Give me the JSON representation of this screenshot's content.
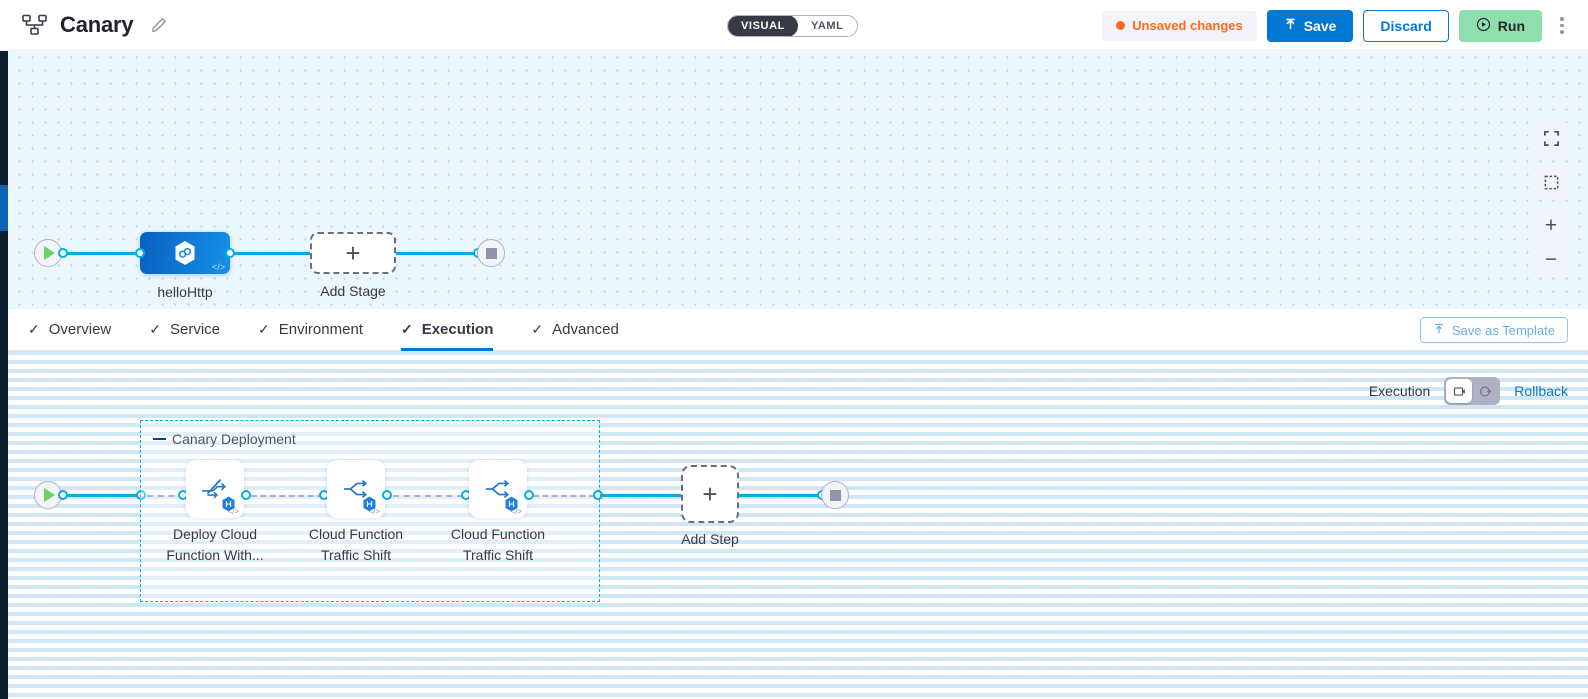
{
  "header": {
    "pipeline_icon": "pipeline-nodes-icon",
    "title": "Canary",
    "edit_icon": "pencil-icon",
    "mode_toggle": {
      "visual": "VISUAL",
      "yaml": "YAML",
      "selected": "VISUAL"
    },
    "unsaved_label": "Unsaved changes",
    "save_label": "Save",
    "discard_label": "Discard",
    "run_label": "Run",
    "more_menu": "kebab-menu-icon",
    "accent_blue": "#0278d5",
    "run_green": "#8fdeae",
    "unsaved_orange": "#ff691e"
  },
  "stage_canvas": {
    "start_node": "start-play-icon",
    "end_node": "end-stop-icon",
    "stage": {
      "label": "helloHttp",
      "icon": "harness-hex-icon",
      "code_mark": "</>"
    },
    "add_stage": {
      "label": "Add Stage",
      "plus": "+"
    },
    "controls": {
      "fullscreen": "fullscreen-icon",
      "fit": "fit-to-screen-icon",
      "zoom_in": "+",
      "zoom_out": "−"
    }
  },
  "tabs": {
    "check": "✓",
    "items": [
      {
        "label": "Overview",
        "active": false
      },
      {
        "label": "Service",
        "active": false
      },
      {
        "label": "Environment",
        "active": false
      },
      {
        "label": "Execution",
        "active": true
      },
      {
        "label": "Advanced",
        "active": false
      }
    ],
    "save_as_template": "Save as Template",
    "save_template_icon": "template-upload-icon"
  },
  "execution": {
    "toolbar": {
      "label": "Execution",
      "toggle": {
        "execution_icon": "execution-view-icon",
        "rollback_icon": "rollback-view-icon",
        "selected": "execution-view-icon"
      },
      "rollback_link": "Rollback"
    },
    "start_node": "start-play-icon",
    "end_node": "end-stop-icon",
    "group": {
      "title": "Canary Deployment",
      "collapse_icon": "collapse-dash-icon"
    },
    "steps": [
      {
        "label_line1": "Deploy Cloud",
        "label_line2": "Function With...",
        "icon": "deploy-cloud-function-icon",
        "badge": "harness-hex-badge",
        "code_mark": "</>"
      },
      {
        "label_line1": "Cloud Function",
        "label_line2": "Traffic Shift",
        "icon": "traffic-shift-icon",
        "badge": "harness-hex-badge",
        "code_mark": "</>"
      },
      {
        "label_line1": "Cloud Function",
        "label_line2": "Traffic Shift",
        "icon": "traffic-shift-icon",
        "badge": "harness-hex-badge",
        "code_mark": "</>"
      }
    ],
    "add_step": {
      "label": "Add Step",
      "plus": "+"
    }
  }
}
